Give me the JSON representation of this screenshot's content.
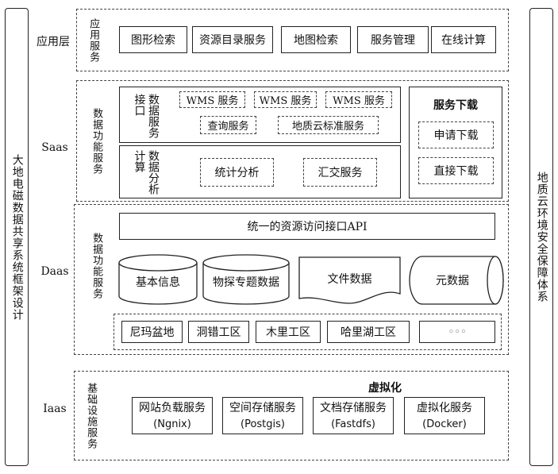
{
  "side": {
    "left_title": "大地电磁数据共享系统框架设计",
    "right_title": "地质云环境安全保障体系"
  },
  "app_layer": {
    "label": "应用层",
    "service_label": "应用服务",
    "items": [
      "图形检索",
      "资源目录服务",
      "地图检索",
      "服务管理",
      "在线计算"
    ]
  },
  "saas": {
    "label": "Saas",
    "func_label": "数据功能服务",
    "interface": {
      "label": "数据服务接口",
      "row1": [
        "WMS 服务",
        "WMS 服务",
        "WMS 服务"
      ],
      "row2": [
        "查询服务",
        "地质云标准服务"
      ]
    },
    "analysis": {
      "label": "数据分析计算",
      "items": [
        "统计分析",
        "汇交服务"
      ]
    },
    "download": {
      "title": "服务下载",
      "items": [
        "申请下载",
        "直接下载"
      ]
    }
  },
  "daas": {
    "label": "Daas",
    "func_label": "数据功能服务",
    "api": "统一的资源访问接口API",
    "stores": [
      "基本信息",
      "物探专题数据",
      "文件数据",
      "元数据"
    ],
    "areas": [
      "尼玛盆地",
      "洞错工区",
      "木里工区",
      "哈里湖工区",
      "◦◦◦"
    ]
  },
  "iaas": {
    "label": "Iaas",
    "base_label": "基础设施服务",
    "virtual_title": "虚拟化",
    "services": [
      {
        "name": "网站负载服务",
        "tech": "(Ngnix)"
      },
      {
        "name": "空间存储服务",
        "tech": "(Postgis)"
      },
      {
        "name": "文档存储服务",
        "tech": "(Fastdfs)"
      },
      {
        "name": "虚拟化服务",
        "tech": "(Docker)"
      }
    ]
  }
}
